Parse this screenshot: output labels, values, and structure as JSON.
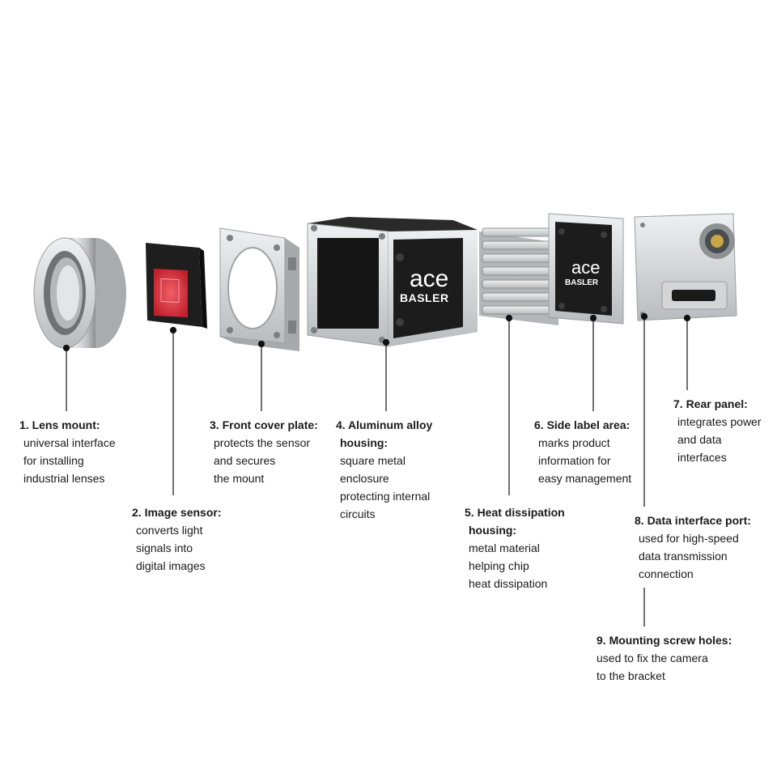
{
  "components": [
    {
      "number": "1.",
      "title": "Lens mount:",
      "title_lines": [
        "1. Lens mount:"
      ],
      "desc_lines": [
        "universal interface",
        "for installing",
        "industrial lenses"
      ]
    },
    {
      "number": "2.",
      "title": "Image sensor:",
      "title_lines": [
        "2. Image sensor:"
      ],
      "desc_lines": [
        "converts light",
        "signals into",
        "digital images"
      ]
    },
    {
      "number": "3.",
      "title": "Front cover plate:",
      "title_lines": [
        "3. Front cover plate:"
      ],
      "desc_lines": [
        "protects the sensor",
        "and secures",
        "the mount"
      ]
    },
    {
      "number": "4.",
      "title": "Aluminum alloy housing:",
      "title_lines": [
        "4. Aluminum alloy",
        "housing:"
      ],
      "desc_lines": [
        "square metal",
        "enclosure",
        "protecting internal",
        "circuits"
      ]
    },
    {
      "number": "5.",
      "title": "Heat dissipation housing:",
      "title_lines": [
        "5. Heat dissipation",
        "housing:"
      ],
      "desc_lines": [
        "metal material",
        "helping chip",
        "heat dissipation"
      ]
    },
    {
      "number": "6.",
      "title": "Side label area:",
      "title_lines": [
        "6. Side label area:"
      ],
      "desc_lines": [
        "marks product",
        "information for",
        "easy management"
      ]
    },
    {
      "number": "7.",
      "title": "Rear panel:",
      "title_lines": [
        "7. Rear panel:"
      ],
      "desc_lines": [
        "integrates power",
        "and data",
        "interfaces"
      ]
    },
    {
      "number": "8.",
      "title": "Data interface port:",
      "title_lines": [
        "8. Data interface port:"
      ],
      "desc_lines": [
        "used for high-speed",
        "data transmission",
        "connection"
      ]
    },
    {
      "number": "9.",
      "title": "Mounting screw holes:",
      "title_lines": [
        "9. Mounting screw holes:"
      ],
      "desc_lines": [
        "used to fix the camera",
        "to the bracket"
      ]
    }
  ],
  "branding": {
    "product": "ace",
    "maker": "BASLER"
  },
  "colors": {
    "aluminum": "#c8cacc",
    "housing_black": "#222222",
    "sensor_red": "#d8303a",
    "line": "#111111"
  }
}
